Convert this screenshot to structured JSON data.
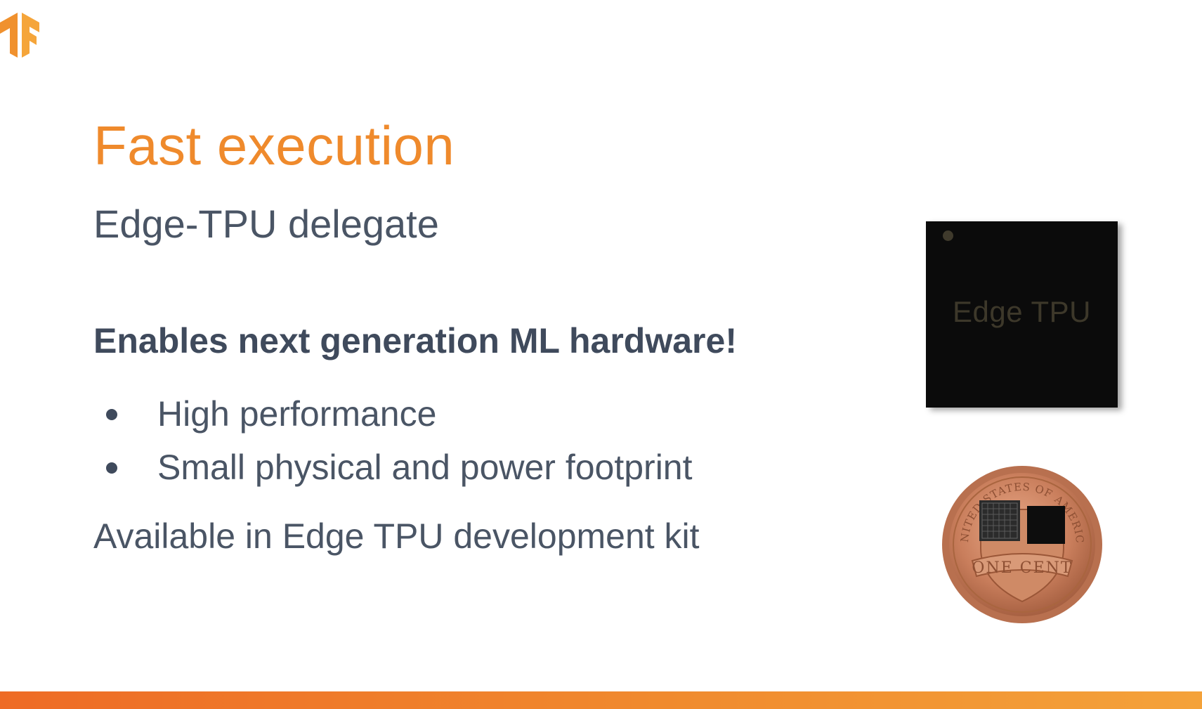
{
  "slide": {
    "title": "Fast execution",
    "subtitle": "Edge-TPU delegate",
    "headline": "Enables next generation ML hardware!",
    "bullets": [
      "High performance",
      "Small physical and power footprint"
    ],
    "availability": "Available in Edge TPU development kit"
  },
  "images": {
    "chip_label": "Edge TPU",
    "penny_top_text": "UNITED STATES OF AMERICA",
    "penny_banner_text": "ONE CENT"
  },
  "colors": {
    "title": "#ef8a2c",
    "body_text": "#4a5565",
    "accent_bar_start": "#ee6b26",
    "accent_bar_end": "#f4a23a",
    "logo": "#f0912e"
  },
  "icons": {
    "logo": "tensorflow-logo-icon"
  }
}
